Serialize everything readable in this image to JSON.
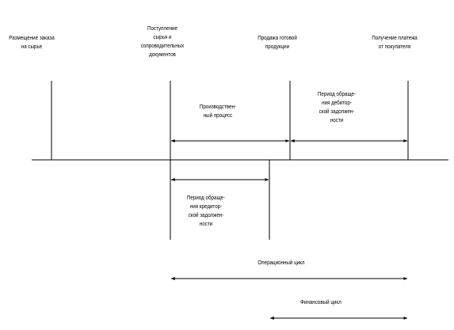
{
  "labels": {
    "order_placement": "Размещение заказа\nна сырье",
    "materials_receipt": "Поступление\nсырья и\nсопроводительных\nдокументов",
    "product_sale": "Продажа готовой\nпродукции",
    "payment_receipt": "Получение платежа\nот покупателя",
    "production_process": "Производствен-\nный процесс",
    "receivables_period": "Период обраще-\nния дебитор-\nской задолжен-\nности",
    "payables_period": "Период обраще-\nния кредитор-\nской задолжен-\nности",
    "operating_cycle": "Операционный цикл",
    "financial_cycle": "Финансовый цикл"
  },
  "colors": {
    "line": "#000000",
    "text": "#000000",
    "background": "#ffffff"
  }
}
